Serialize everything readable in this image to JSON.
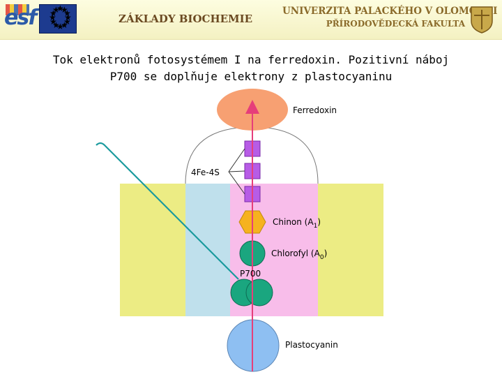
{
  "header": {
    "logo_esf": "esf",
    "title": "ZÁKLADY BIOCHEMIE",
    "university_line1": "UNIVERZITA PALACKÉHO V OLOMOUCI",
    "university_line2": "PŘÍRODOVĚDECKÁ FAKULTA"
  },
  "caption": {
    "line1": "Tok elektronů fotosystémem I na ferredoxin. Pozitivní náboj",
    "line2": "P700 se doplňuje elektrony z plastocyaninu"
  },
  "labels": {
    "ferredoxin": "Ferredoxin",
    "fes": "4Fe-4S",
    "chinon": "Chinon (A",
    "chinon_sub": "1",
    "chlorofyl": "Chlorofyl (A",
    "chlorofyl_sub": "0",
    "close_paren": ")",
    "p700": "P700",
    "plastocyanin": "Plastocyanin"
  },
  "colors": {
    "membrane": "#ecec84",
    "complex": "#bfe0ec",
    "pink_core": "#f8bdea",
    "ferredoxin": "#f7a072",
    "fes_cluster": "#b75ce6",
    "chinon": "#f6b21f",
    "chlorophyll": "#1aa67f",
    "plastocyanin": "#8ebff2",
    "arrow": "#e63e7a",
    "photon": "#1a9a9e"
  }
}
